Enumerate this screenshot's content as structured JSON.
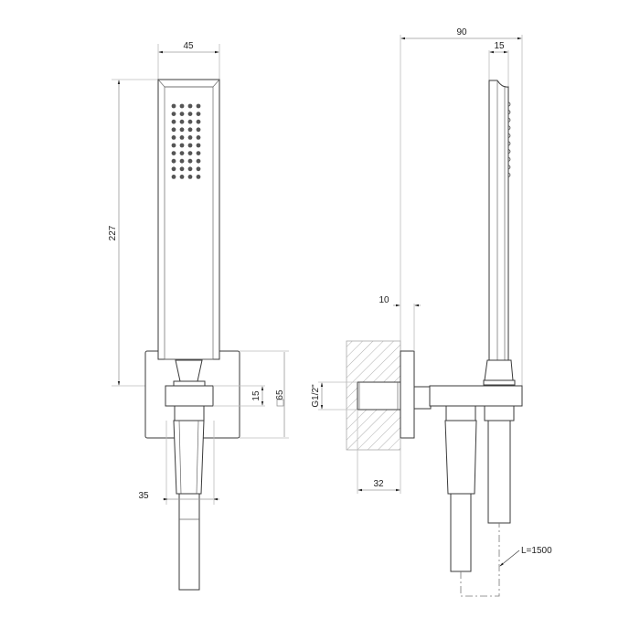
{
  "drawing": {
    "title": "Hand shower with wall outlet and holder - technical drawing",
    "views": [
      "front-view",
      "side-view"
    ],
    "dimensions": {
      "front_width": "45",
      "front_height": "227",
      "holder_offset": "15",
      "holder_square": "65",
      "hose_spacing": "35",
      "side_depth": "90",
      "head_depth": "15",
      "wall_offset": "10",
      "thread": "G1/2\"",
      "wall_insertion": "32",
      "hose_length": "L=1500"
    },
    "colors": {
      "line": "#3a3a3a",
      "dimension_line": "#9a9a9a",
      "extension_line": "#bdbdbd",
      "nozzle": "#555555",
      "hatch": "#9a9a9a",
      "background": "#ffffff"
    },
    "nozzle_grid": {
      "columns": 4,
      "rows": 10
    }
  }
}
